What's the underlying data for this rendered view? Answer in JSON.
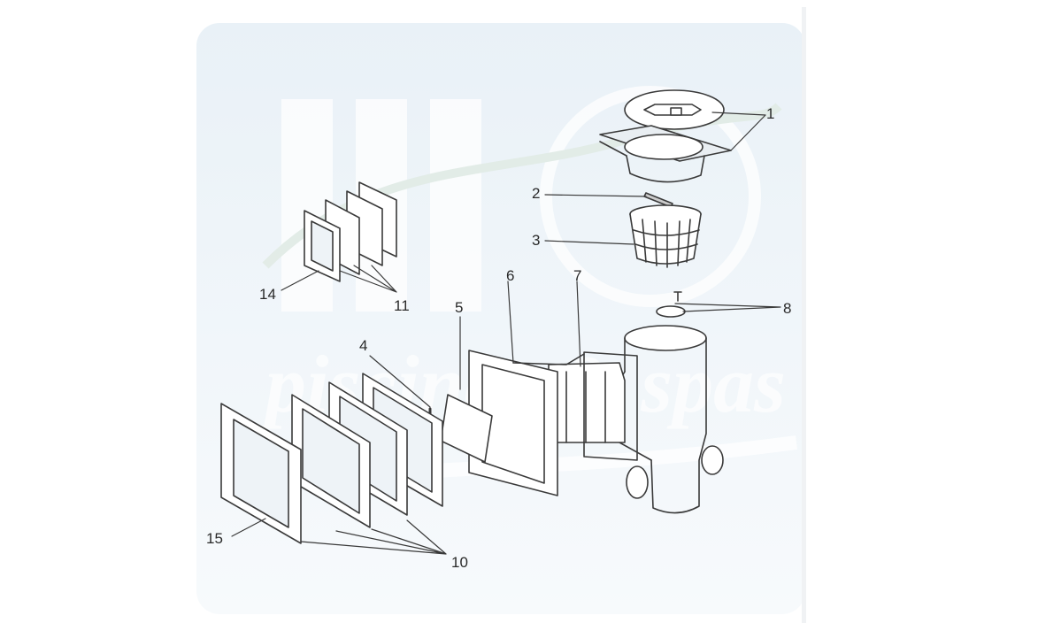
{
  "diagram": {
    "callouts": [
      "1",
      "2",
      "3",
      "4",
      "5",
      "6",
      "7",
      "8",
      "10",
      "11",
      "14",
      "15"
    ]
  },
  "watermark": {
    "text": "piscinas & spas"
  },
  "colors": {
    "line": "#3a3a3a",
    "panel": "#e9f1f7",
    "watermark": "#ffffff"
  }
}
